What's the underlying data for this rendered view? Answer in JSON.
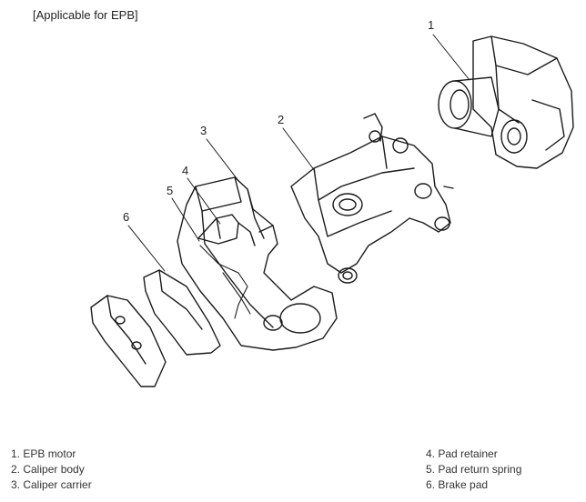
{
  "heading": "[Applicable for EPB]",
  "callouts": [
    "1",
    "2",
    "3",
    "4",
    "5",
    "6"
  ],
  "legend": {
    "left": [
      "1. EPB motor",
      "2. Caliper body",
      "3. Caliper carrier"
    ],
    "right": [
      "4. Pad retainer",
      "5. Pad return spring",
      "6. Brake pad"
    ]
  }
}
